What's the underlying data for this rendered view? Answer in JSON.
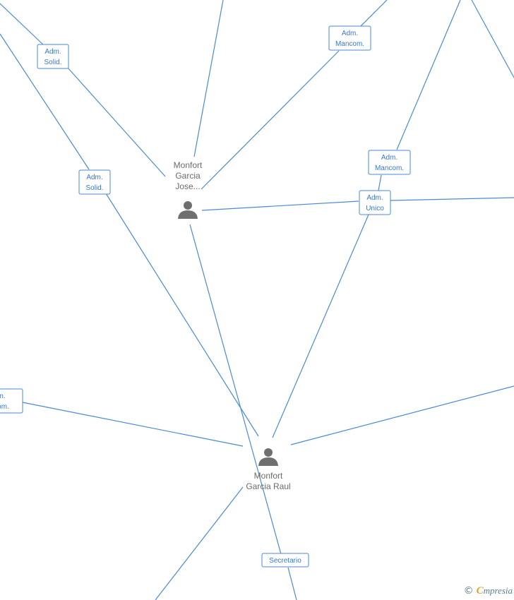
{
  "persons": [
    {
      "id": "jose",
      "label_lines": [
        "Monfort",
        "Garcia",
        "Jose..."
      ]
    },
    {
      "id": "raul",
      "label_lines": [
        "Monfort",
        "Garcia Raul"
      ]
    }
  ],
  "relations": [
    {
      "id": "solid-top",
      "lines": [
        "Adm.",
        "Solid."
      ]
    },
    {
      "id": "mancom-top",
      "lines": [
        "Adm.",
        "Mancom."
      ]
    },
    {
      "id": "solid-mid",
      "lines": [
        "Adm.",
        "Solid."
      ]
    },
    {
      "id": "mancom-right",
      "lines": [
        "Adm.",
        "Mancom."
      ]
    },
    {
      "id": "unico",
      "lines": [
        "Adm.",
        "Unico"
      ]
    },
    {
      "id": "mancom-left",
      "lines": [
        "m.",
        "com."
      ]
    },
    {
      "id": "secretario",
      "lines": [
        "Secretario"
      ]
    }
  ],
  "watermark": {
    "copyright": "©",
    "brand_first": "C",
    "brand_rest": "mpresia"
  },
  "colors": {
    "edge": "#4a8ad6",
    "label": "#3a78c8",
    "person": "#6f6f6f"
  }
}
